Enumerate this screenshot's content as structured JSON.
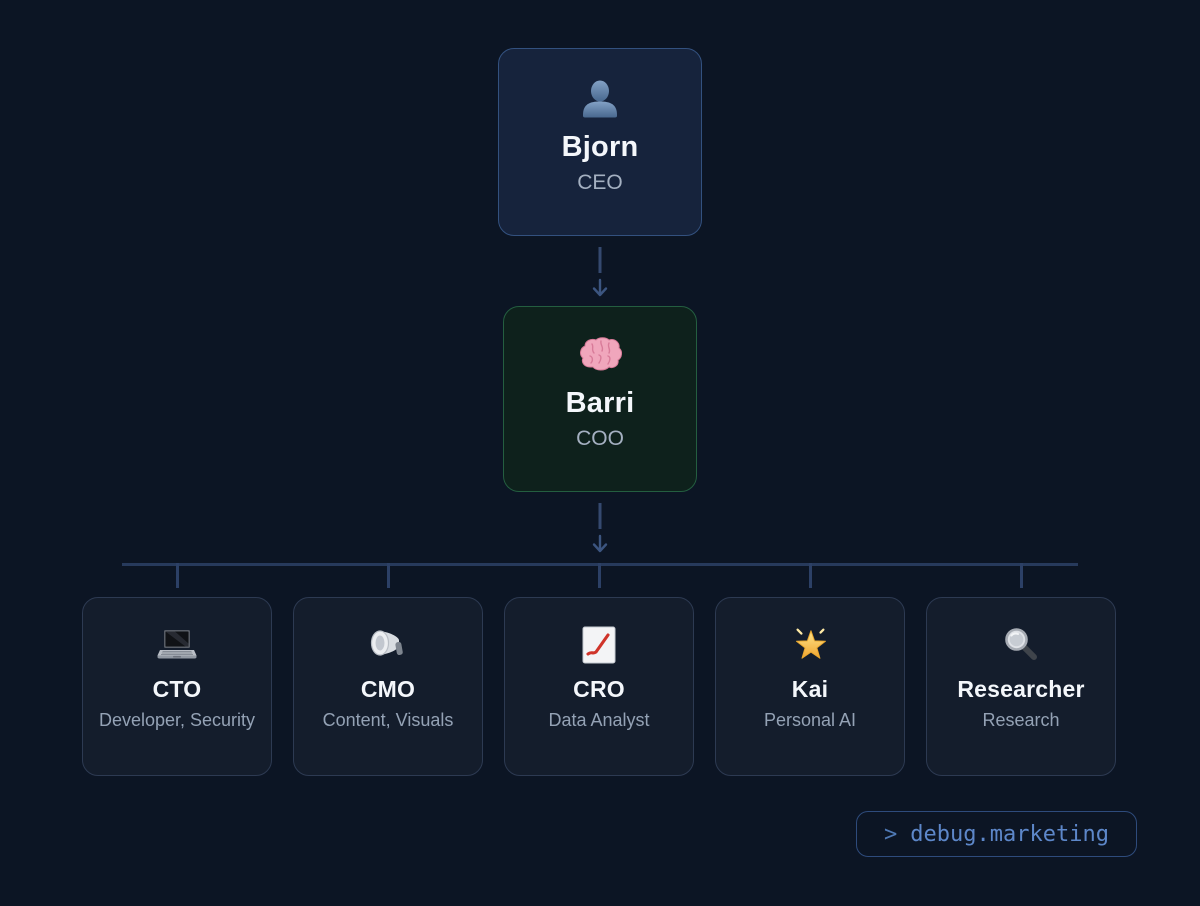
{
  "org": {
    "root": {
      "name": "Bjorn",
      "role": "CEO",
      "icon": "person-bust-icon",
      "glyph": "👤"
    },
    "manager": {
      "name": "Barri",
      "role": "COO",
      "icon": "brain-icon",
      "glyph": "🧠"
    },
    "reports": [
      {
        "name": "CTO",
        "role": "Developer, Security",
        "icon": "laptop-icon",
        "glyph": "💻"
      },
      {
        "name": "CMO",
        "role": "Content, Visuals",
        "icon": "megaphone-icon",
        "glyph": "📣"
      },
      {
        "name": "CRO",
        "role": "Data Analyst",
        "icon": "chart-increasing-icon",
        "glyph": "📈"
      },
      {
        "name": "Kai",
        "role": "Personal AI",
        "icon": "glowing-star-icon",
        "glyph": "🌟"
      },
      {
        "name": "Researcher",
        "role": "Research",
        "icon": "magnifying-glass-icon",
        "glyph": "🔍"
      }
    ]
  },
  "debug_button": {
    "prompt": ">",
    "label": "debug.marketing"
  },
  "colors": {
    "background": "#0c1524",
    "root_card_bg": "#16233c",
    "root_card_border": "#33517f",
    "manager_card_bg": "#0e211c",
    "manager_card_border": "#245e40",
    "report_card_bg": "#141d2c",
    "report_card_border": "#2d3a52",
    "connector": "#3a507c",
    "title_text": "#f4f7fb",
    "subtitle_text": "#94a2b5",
    "debug_accent": "#5d87c9"
  }
}
